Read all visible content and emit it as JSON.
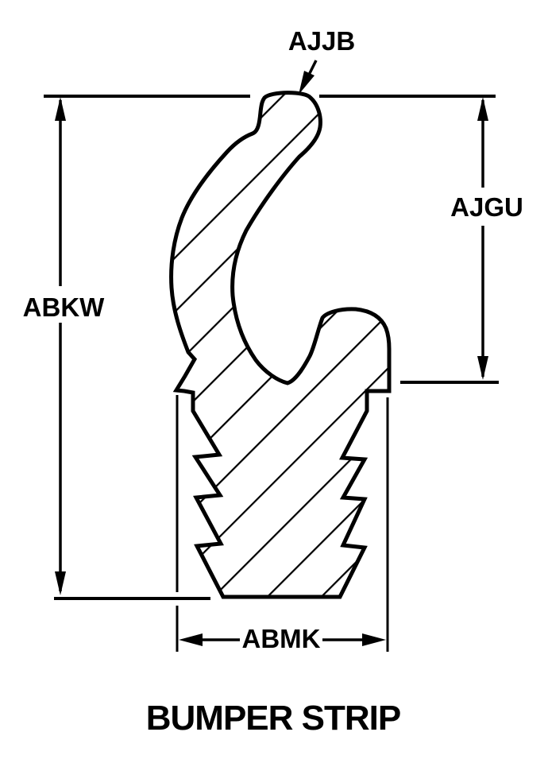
{
  "diagram": {
    "kind": "technical-cross-section-drawing",
    "title": "BUMPER STRIP",
    "labels": {
      "top_pointer": "AJJB",
      "right_dimension": "AJGU",
      "left_dimension": "ABKW",
      "bottom_dimension": "ABMK"
    },
    "colors": {
      "line": "#000000",
      "background": "#ffffff"
    }
  }
}
